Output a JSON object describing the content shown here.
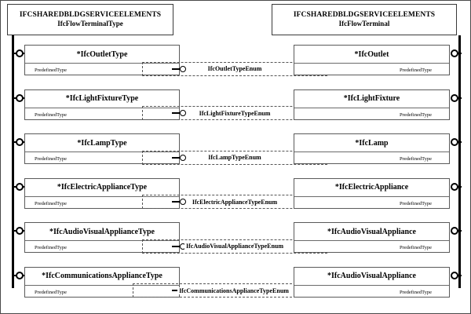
{
  "diagram": {
    "title": "IFC Shared Building Service Elements - Flow Terminal Type / Flow Terminal",
    "notation": "EXPRESS-G",
    "colors": {
      "line": "#000000",
      "box_border": "#5a5a5a",
      "dashed": "#555555",
      "background": "#ffffff"
    },
    "headers": {
      "left": {
        "schema": "IFCSHAREDBLDGSERVICEELEMENTS",
        "entity": "IfcFlowTerminalType"
      },
      "right": {
        "schema": "IFCSHAREDBLDGSERVICEELEMENTS",
        "entity": "IfcFlowTerminal"
      }
    },
    "attribute_label": "PredefinedType",
    "rows": [
      {
        "left_entity": "*IfcOutletType",
        "enum": "IfcOutletTypeEnum",
        "right_entity": "*IfcOutlet",
        "left_attr": "PredefinedType",
        "right_attr": "PredefinedType"
      },
      {
        "left_entity": "*IfcLightFixtureType",
        "enum": "IfcLightFixtureTypeEnum",
        "right_entity": "*IfcLightFixture",
        "left_attr": "PredefinedType",
        "right_attr": "PredefinedType"
      },
      {
        "left_entity": "*IfcLampType",
        "enum": "IfcLampTypeEnum",
        "right_entity": "*IfcLamp",
        "left_attr": "PredefinedType",
        "right_attr": "PredefinedType"
      },
      {
        "left_entity": "*IfcElectricApplianceType",
        "enum": "IfcElectricApplianceTypeEnum",
        "right_entity": "*IfcElectricAppliance",
        "left_attr": "PredefinedType",
        "right_attr": "PredefinedType"
      },
      {
        "left_entity": "*IfcAudioVisualApplianceType",
        "enum": "IfcAudioVisualApplianceTypeEnum",
        "right_entity": "*IfcAudioVisualAppliance",
        "left_attr": "PredefinedType",
        "right_attr": "PredefinedType"
      },
      {
        "left_entity": "*IfcCommunicationsApplianceType",
        "enum": "IfcCommunicationsApplianceTypeEnum",
        "right_entity": "*IfcAudioVisualAppliance",
        "left_attr": "PredefinedType",
        "right_attr": "PredefinedType"
      }
    ]
  }
}
